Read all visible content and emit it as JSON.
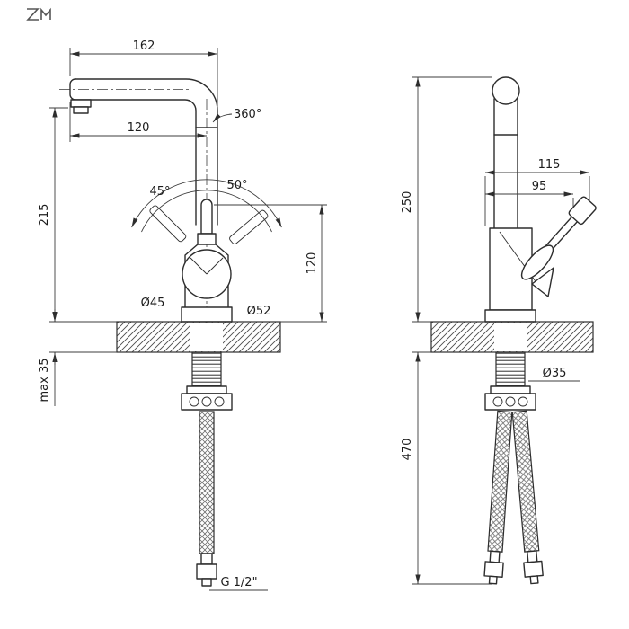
{
  "front_view": {
    "dim_spout_width": "162",
    "swivel_angle": "360°",
    "dim_spout_reach": "120",
    "dim_height_to_spout": "215",
    "handle_tilt_left": "45°",
    "handle_tilt_right": "50°",
    "dim_body_height": "120",
    "dia_body": "Ø45",
    "dia_base": "Ø52",
    "dim_max_mount_thickness": "max 35",
    "thread_size": "G 1/2\""
  },
  "side_view": {
    "dim_total_height": "250",
    "dim_depth_to_handle_tip": "115",
    "dim_depth_to_lever": "95",
    "dia_mount_hole": "Ø35",
    "dim_hose_length": "470"
  }
}
